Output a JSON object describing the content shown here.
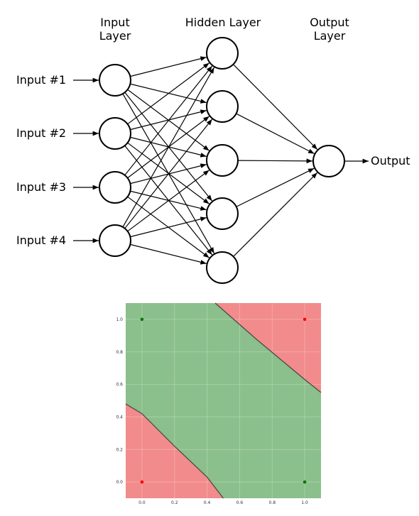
{
  "network": {
    "layers": [
      {
        "title": [
          "Input",
          "Layer"
        ],
        "nodes": 4
      },
      {
        "title": [
          "Hidden Layer"
        ],
        "nodes": 5
      },
      {
        "title": [
          "Output",
          "Layer"
        ],
        "nodes": 1
      }
    ],
    "inputs": [
      "Input #1",
      "Input #2",
      "Input #3",
      "Input #4"
    ],
    "output": "Output"
  },
  "decision_plot": {
    "xlim": [
      -0.1,
      1.1
    ],
    "ylim": [
      -0.1,
      1.1
    ],
    "x_ticks": [
      "0.0",
      "0.2",
      "0.4",
      "0.6",
      "0.8",
      "1.0"
    ],
    "y_ticks": [
      "0.0",
      "0.2",
      "0.4",
      "0.6",
      "0.8",
      "1.0"
    ],
    "x_tick_values": [
      0.0,
      0.2,
      0.4,
      0.6,
      0.8,
      1.0
    ],
    "y_tick_values": [
      0.0,
      0.2,
      0.4,
      0.6,
      0.8,
      1.0
    ],
    "boundaries": [
      [
        [
          -0.1,
          0.48
        ],
        [
          0.0,
          0.42
        ],
        [
          0.2,
          0.22
        ],
        [
          0.4,
          0.03
        ],
        [
          0.5,
          -0.1
        ]
      ],
      [
        [
          0.45,
          1.1
        ],
        [
          0.7,
          0.88
        ],
        [
          1.0,
          0.63
        ],
        [
          1.1,
          0.55
        ]
      ]
    ],
    "points": [
      {
        "x": 0.0,
        "y": 1.0,
        "class": "green"
      },
      {
        "x": 1.0,
        "y": 1.0,
        "class": "red"
      },
      {
        "x": 0.0,
        "y": 0.0,
        "class": "red"
      },
      {
        "x": 1.0,
        "y": 0.0,
        "class": "green"
      }
    ],
    "colors": {
      "region_red": "#f28b8b",
      "region_green": "#8bbf8b",
      "boundary": "#4a4a4a",
      "point_red": "#ff0000",
      "point_green": "#007a00"
    }
  }
}
